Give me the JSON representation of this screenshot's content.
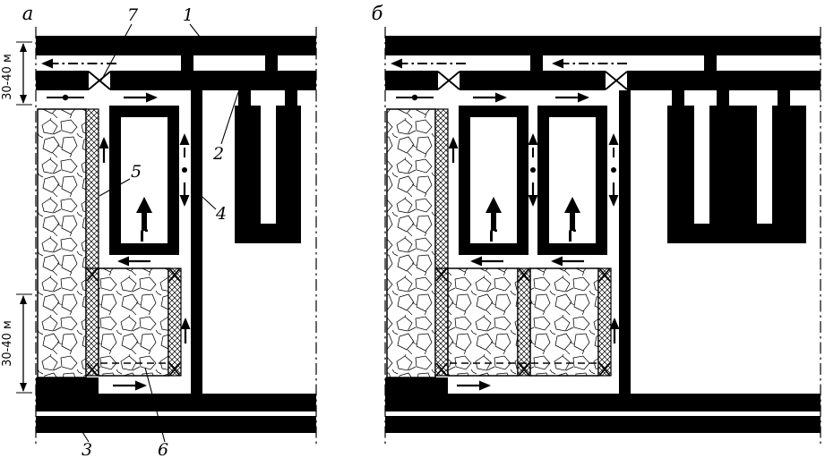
{
  "panels": {
    "a": {
      "label": "а"
    },
    "b": {
      "label": "б"
    }
  },
  "dimensions": {
    "top_label": "30-40 м",
    "bottom_label": "30-40 м"
  },
  "callouts": {
    "c1": "1",
    "c2": "2",
    "c3": "3",
    "c4": "4",
    "c5": "5",
    "c6": "6",
    "c7": "7"
  },
  "colors": {
    "ink": "#000000",
    "paper": "#ffffff"
  },
  "icons": {
    "fresh-air-arrow": "solid black arrow",
    "return-air-arrow": "dash-dot arrow",
    "face-advance-arrow": "bold upward arrow",
    "cutter-loader-icon": "hook glyph",
    "air-crossing-icon": "x cross over entry",
    "stopping-x-icon": "x mark on strip",
    "air-regulator-icon": "line with dot",
    "dimension-arrow": "double-headed arrow"
  }
}
